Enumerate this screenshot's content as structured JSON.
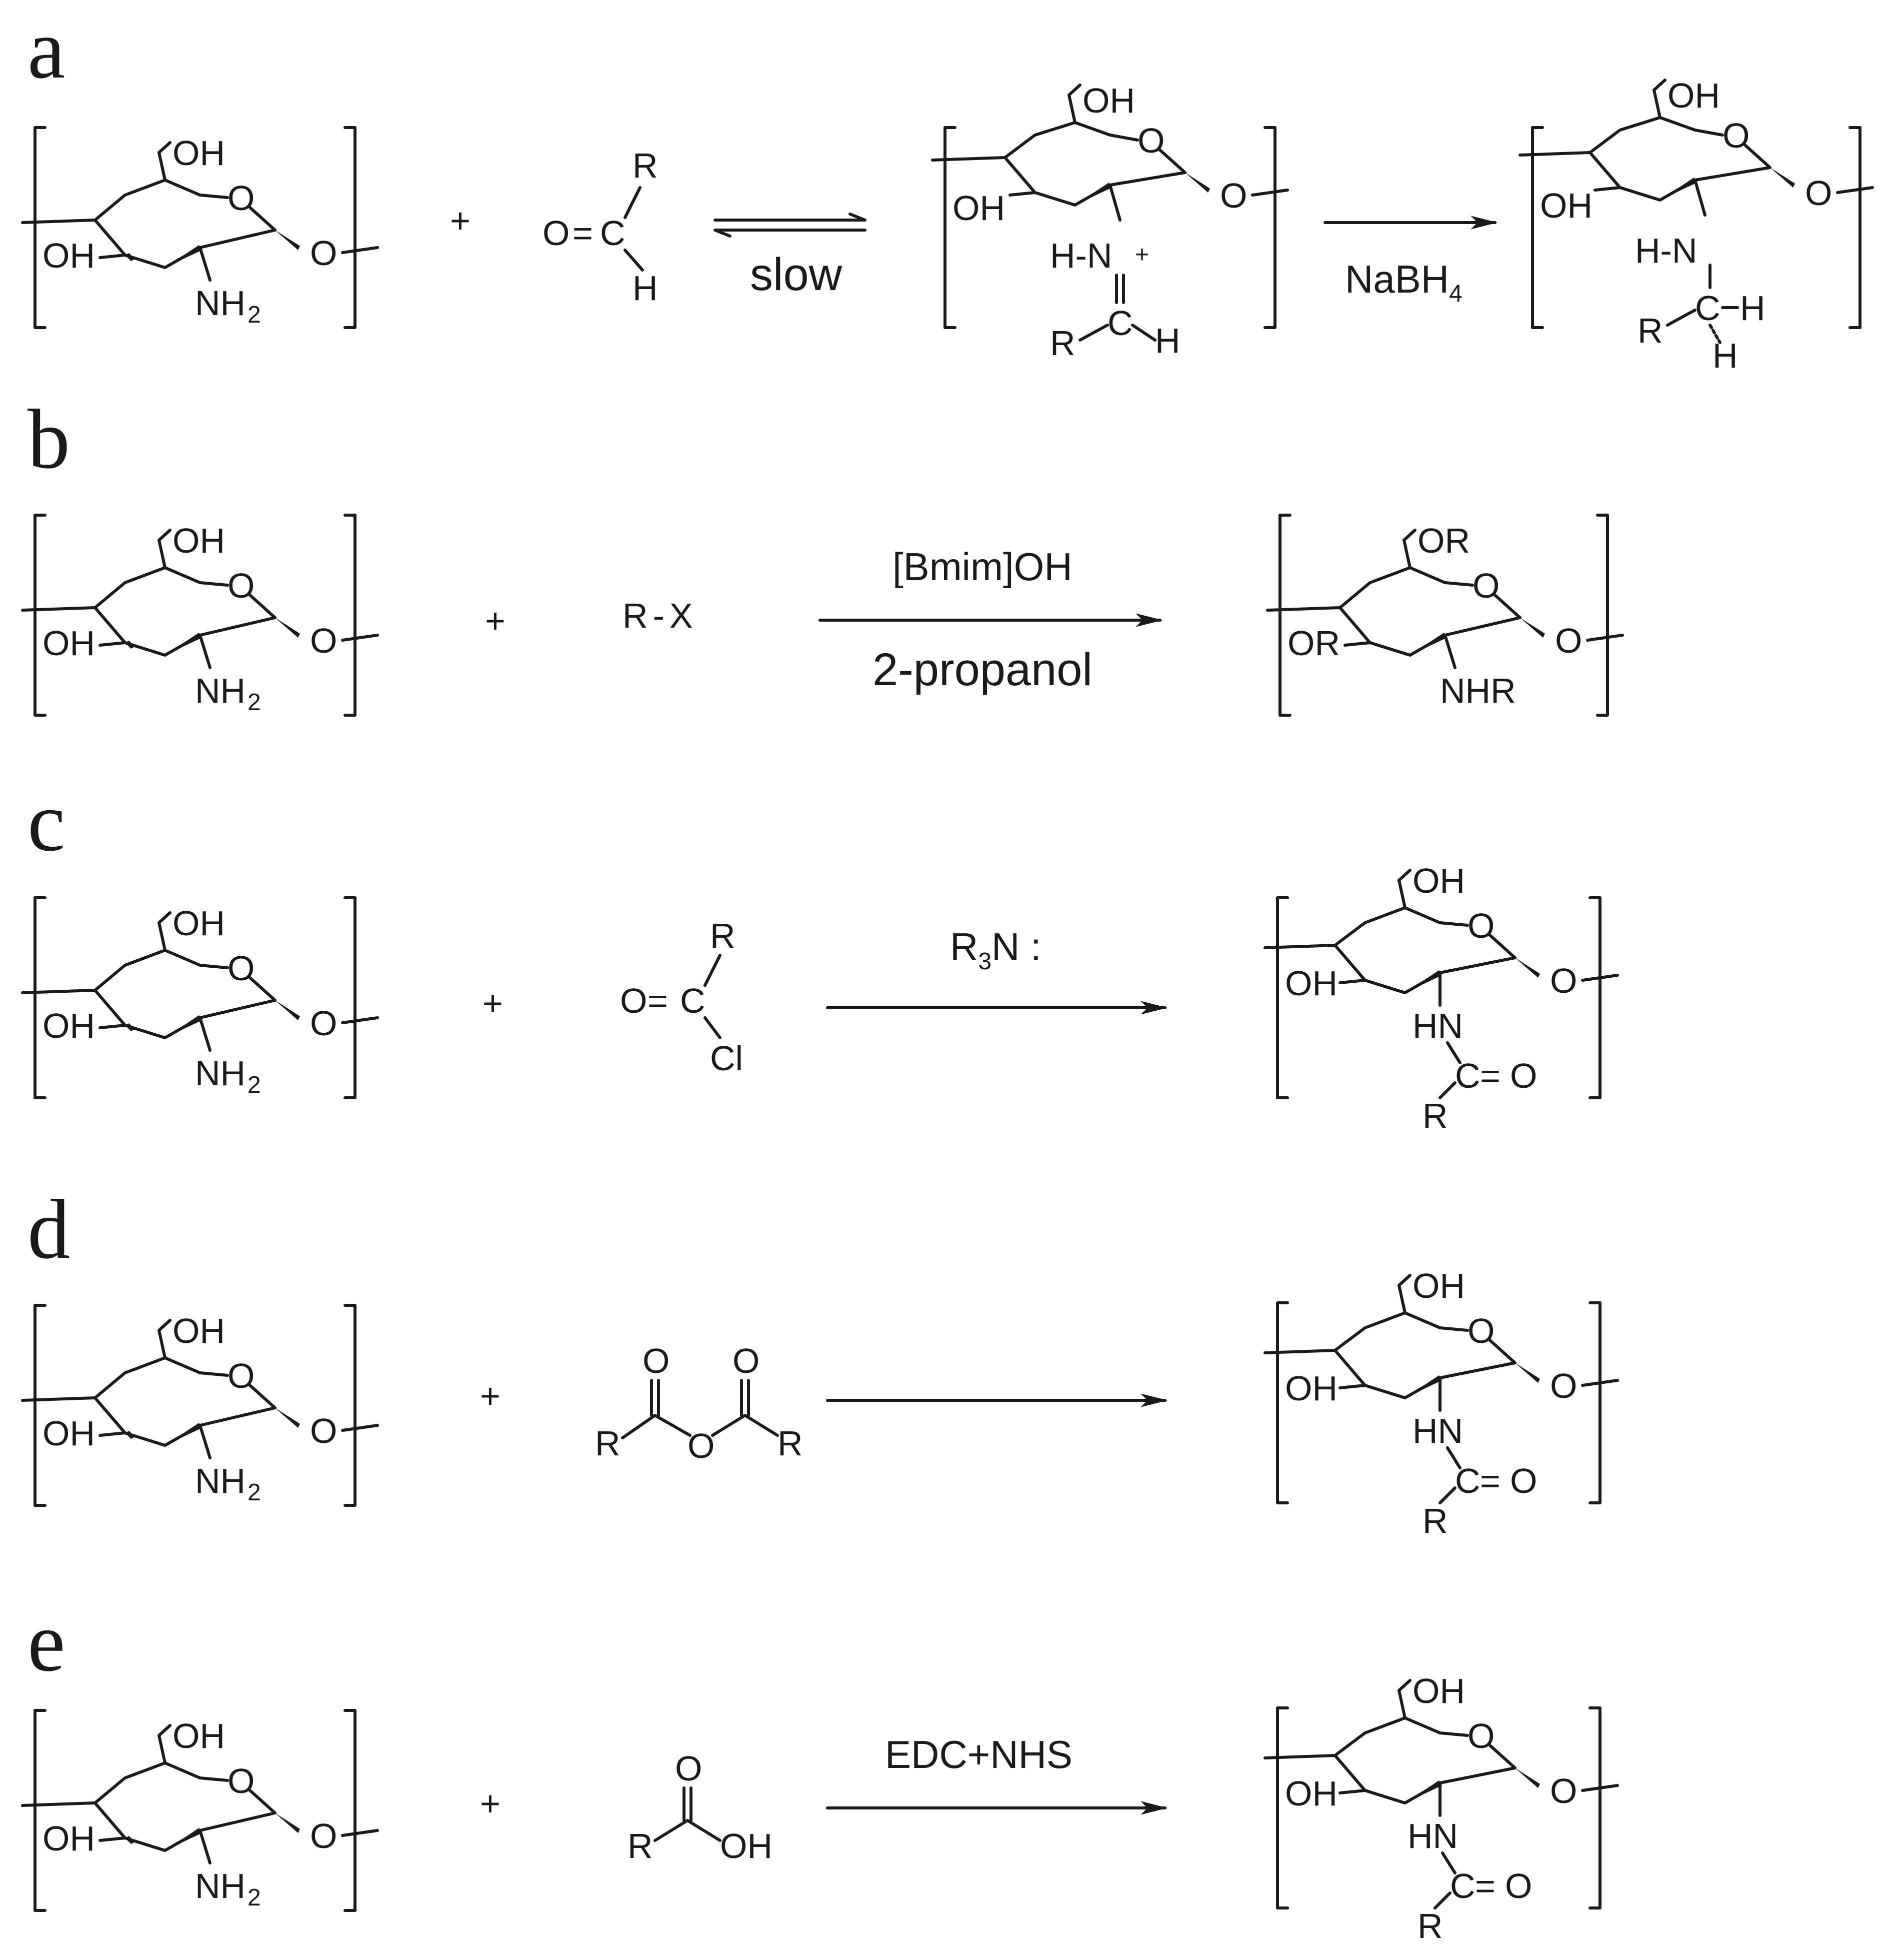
{
  "panels": [
    {
      "label": "a",
      "conditions": {
        "equilibrium_below": "slow",
        "arrow2_above": "NaBH",
        "arrow2_above_sub": "4"
      }
    },
    {
      "label": "b",
      "conditions": {
        "above": "[Bmim]OH",
        "below": "2-propanol"
      }
    },
    {
      "label": "c",
      "conditions": {
        "above": "R",
        "above_sub": "3",
        "above_rest": "N :"
      }
    },
    {
      "label": "d",
      "conditions": {}
    },
    {
      "label": "e",
      "conditions": {
        "above": "EDC+NHS"
      }
    }
  ],
  "plus_sign": "+",
  "atoms": {
    "OH": "OH",
    "O": "O",
    "NH": "NH",
    "H2": "2",
    "R": "R",
    "H": "H",
    "C": "C",
    "Cl": "Cl",
    "X": "X",
    "N": "N",
    "plus": "+",
    "OR": "OR",
    "NHR": "NHR",
    "HN": "HN",
    "dash": "-",
    "eq": "=",
    "HN_eq": "H-N",
    "HN_single": "H-N"
  }
}
